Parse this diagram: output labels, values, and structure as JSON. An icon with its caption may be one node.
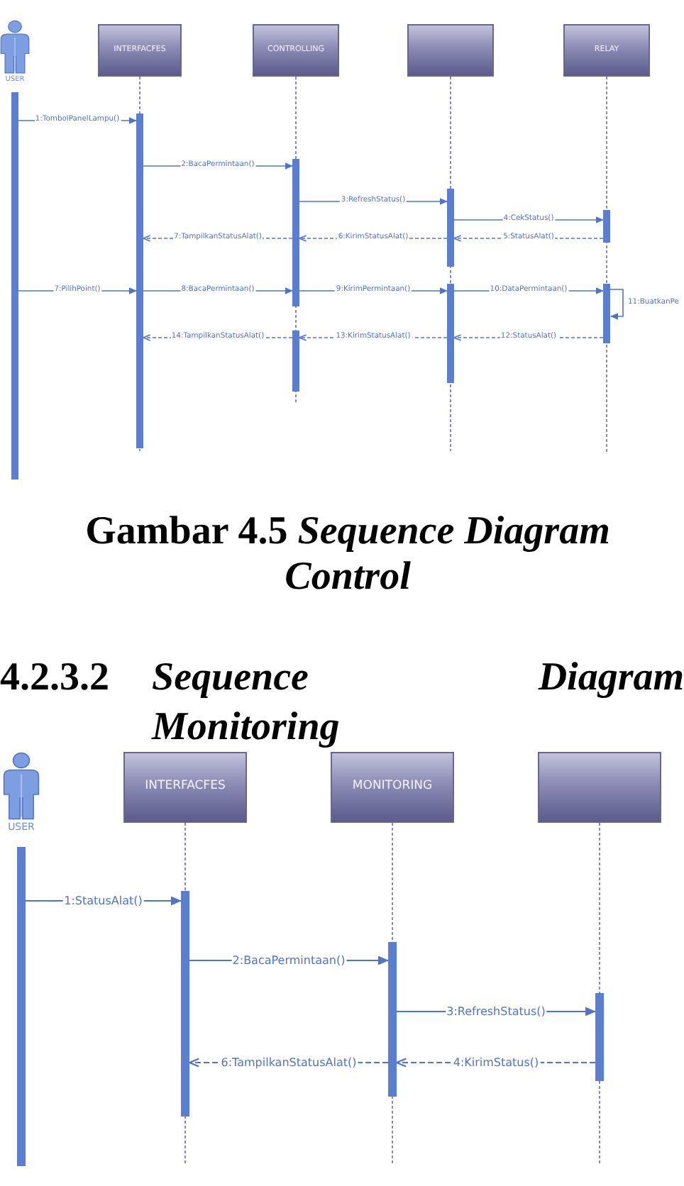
{
  "diagram": {
    "caption": "Gambar 4.5 *Sequence Diagram Control*",
    "nodes": [
      {
        "text": [
          "USER"
        ]
      },
      {
        "text": [
          "INTERFACFES"
        ]
      },
      {
        "text": [
          "CONTROLLING"
        ]
      },
      {
        "text": [],
        "shape": "box"
      },
      {
        "text": [
          "RELAY"
        ]
      },
      {
        "text": [
          "USER"
        ]
      },
      {
        "text": [
          "INTERFACFES"
        ]
      },
      {
        "text": [
          "MONITORING"
        ]
      },
      {
        "text": [],
        "shape": "box"
      }
    ],
    "edges": [
      {
        "from": 0,
        "to": 1,
        "arrow": "to",
        "label": "1:TombolPanelLampu()"
      },
      {
        "from": 1,
        "to": 2,
        "arrow": "to",
        "label": "2:BacaPermintaan()"
      },
      {
        "from": 2,
        "to": 3,
        "arrow": "to",
        "label": "3:RefreshStatus()"
      },
      {
        "from": 3,
        "to": 4,
        "arrow": "to",
        "label": "4:CekStatus()"
      },
      {
        "from": 4,
        "to": 3,
        "arrow": "to",
        "label": "5:StatusAlat()",
        "style": "dashed"
      },
      {
        "from": 3,
        "to": 2,
        "arrow": "to",
        "label": "6:KirimStatusAlat()",
        "style": "dashed"
      },
      {
        "from": 2,
        "to": 1,
        "arrow": "to",
        "label": "7:TampilkanStatusAlat()",
        "style": "dashed"
      },
      {
        "from": 0,
        "to": 1,
        "arrow": "to",
        "label": "7:PilihPoint()"
      },
      {
        "from": 1,
        "to": 2,
        "arrow": "to",
        "label": "8:BacaPermintaan()"
      },
      {
        "from": 2,
        "to": 3,
        "arrow": "to",
        "label": "9:KirimPermintaan()"
      },
      {
        "from": 3,
        "to": 4,
        "arrow": "to",
        "label": "10:DataPermintaan()"
      },
      {
        "from": 4,
        "to": 4,
        "arrow": "to",
        "label": "11:BuatkanPe"
      },
      {
        "from": 4,
        "to": 3,
        "arrow": "to",
        "label": "12:StatusAlat()",
        "style": "dashed"
      },
      {
        "from": 3,
        "to": 2,
        "arrow": "to",
        "label": "13:KirimStatusAlat()",
        "style": "dashed"
      },
      {
        "from": 2,
        "to": 1,
        "arrow": "to",
        "label": "14:TampilkanStatusAlat()",
        "style": "dashed"
      },
      {
        "from": 5,
        "to": 6,
        "arrow": "to",
        "label": "1:StatusAlat()"
      },
      {
        "from": 6,
        "to": 7,
        "arrow": "to",
        "label": "2:BacaPermintaan()"
      },
      {
        "from": 7,
        "to": 8,
        "arrow": "to",
        "label": "3:RefreshStatus()"
      },
      {
        "from": 8,
        "to": 7,
        "arrow": "to",
        "label": "4:KirimStatus()",
        "style": "dashed"
      },
      {
        "from": 7,
        "to": 6,
        "arrow": "to",
        "label": "6:TampilkanStatusAlat()",
        "style": "dashed"
      }
    ],
    "labels": [
      "4.2.3.2",
      "Sequence Diagram Monitoring"
    ]
  }
}
